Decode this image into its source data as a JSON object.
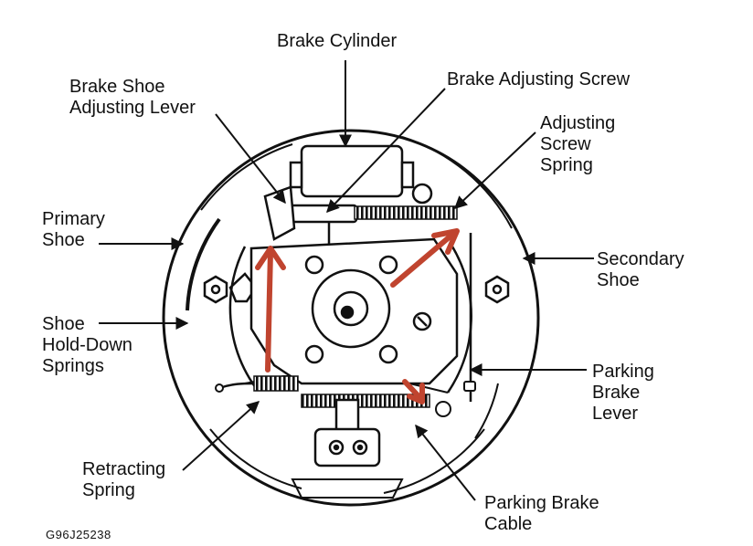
{
  "colors": {
    "ink": "#111111",
    "arrow": "#c0442f",
    "background": "#ffffff"
  },
  "labels": {
    "brake_cylinder": [
      "Brake Cylinder"
    ],
    "brake_adjusting_screw": [
      "Brake Adjusting Screw"
    ],
    "brake_shoe_adjusting_lever": [
      "Brake Shoe",
      "Adjusting Lever"
    ],
    "adjusting_screw_spring": [
      "Adjusting",
      "Screw",
      "Spring"
    ],
    "primary_shoe": [
      "Primary",
      "Shoe"
    ],
    "secondary_shoe": [
      "Secondary",
      "Shoe"
    ],
    "shoe_hold_down_springs": [
      "Shoe",
      "Hold-Down",
      "Springs"
    ],
    "parking_brake_lever": [
      "Parking",
      "Brake",
      "Lever"
    ],
    "retracting_spring": [
      "Retracting",
      "Spring"
    ],
    "parking_brake_cable": [
      "Parking Brake",
      "Cable"
    ]
  },
  "figure_id": "G96J25238"
}
